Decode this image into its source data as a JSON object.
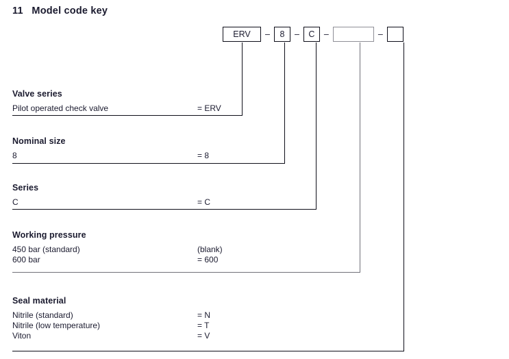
{
  "page": {
    "number": "11",
    "title": "Model code key"
  },
  "model_code": {
    "segments": [
      {
        "name": "valve-series",
        "value": "ERV",
        "width": 56,
        "blank": false
      },
      {
        "name": "nominal-size",
        "value": "8",
        "width": 24,
        "blank": false
      },
      {
        "name": "series",
        "value": "C",
        "width": 24,
        "blank": false
      },
      {
        "name": "working-pressure",
        "value": "",
        "width": 60,
        "blank": true
      },
      {
        "name": "seal-material",
        "value": "",
        "width": 24,
        "blank": false
      }
    ],
    "separator": "–"
  },
  "sections": [
    {
      "id": "valve-series",
      "heading": "Valve series",
      "rows": [
        {
          "desc": "Pilot operated check valve",
          "value": "= ERV"
        }
      ]
    },
    {
      "id": "nominal-size",
      "heading": "Nominal size",
      "rows": [
        {
          "desc": "8",
          "value": "= 8"
        }
      ]
    },
    {
      "id": "series",
      "heading": "Series",
      "rows": [
        {
          "desc": "C",
          "value": "= C"
        }
      ]
    },
    {
      "id": "working-pressure",
      "heading": "Working pressure",
      "rows": [
        {
          "desc": "450 bar (standard)",
          "value": "(blank)"
        },
        {
          "desc": "600 bar",
          "value": "= 600"
        }
      ]
    },
    {
      "id": "seal-material",
      "heading": "Seal material",
      "rows": [
        {
          "desc": "Nitrile (standard)",
          "value": "= N"
        },
        {
          "desc": "Nitrile (low temperature)",
          "value": "= T"
        },
        {
          "desc": "Viton",
          "value": "= V"
        }
      ]
    }
  ],
  "colors": {
    "ink": "#1a1a2e",
    "line": "#0d0d18",
    "line_muted": "#6f6f78",
    "background": "#ffffff"
  }
}
